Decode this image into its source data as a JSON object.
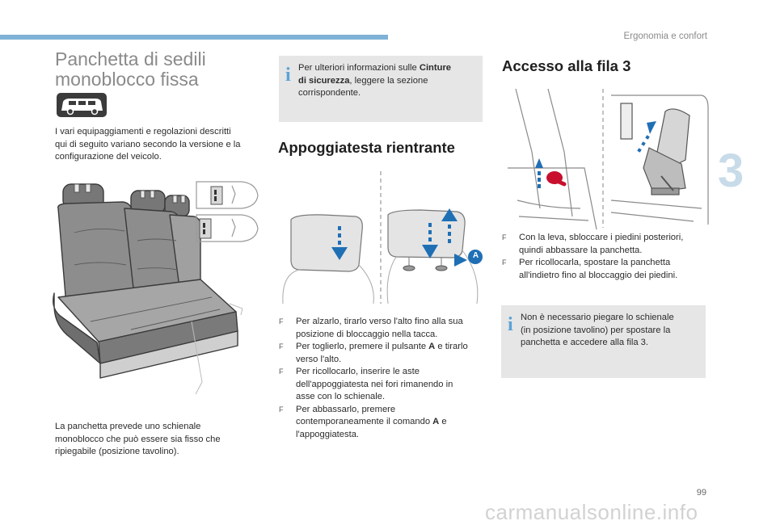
{
  "header": {
    "chapter": "Ergonomia e confort",
    "chapter_number": "3",
    "page_number": "99"
  },
  "footer": {
    "watermark": "carmanualsonline.info"
  },
  "left": {
    "title_l1": "Panchetta di sedili",
    "title_l2": "monoblocco fissa",
    "intro": [
      "I vari equipaggiamenti e regolazioni descritti",
      "qui di seguito variano secondo la versione e la",
      "configurazione del veicolo."
    ],
    "caption": [
      "La panchetta prevede uno schienale",
      "monoblocco che può essere sia fisso che",
      "ripiegabile (posizione tavolino)."
    ]
  },
  "middle": {
    "info": {
      "l1_pre": "Per ulteriori informazioni sulle ",
      "l1_bold": "Cinture",
      "l2_bold": "di sicurezza",
      "l2_post": ", leggere la sezione",
      "l3": "corrispondente."
    },
    "title": "Appoggiatesta rientrante",
    "label_a": "A",
    "b1": [
      "Per alzarlo, tirarlo verso l'alto fino alla sua",
      "posizione di bloccaggio nella tacca."
    ],
    "b2": {
      "pre": "Per toglierlo, premere il pulsante ",
      "bold": "A",
      "post": " e tirarlo",
      "l2": "verso l'alto."
    },
    "b3": [
      "Per ricollocarlo, inserire le aste",
      "dell'appoggiatesta nei fori rimanendo in",
      "asse con lo schienale."
    ],
    "b4": {
      "l1": "Per abbassarlo, premere",
      "l2_pre": "contemporaneamente il comando ",
      "bold": "A",
      "l2_post": " e",
      "l3": "l'appoggiatesta."
    }
  },
  "right": {
    "title": "Accesso alla fila 3",
    "b1": [
      "Con la leva, sbloccare i piedini posteriori,",
      "quindi abbassare la panchetta."
    ],
    "b2": [
      "Per ricollocarla, spostare la panchetta",
      "all'indietro fino al bloccaggio dei piedini."
    ],
    "info": [
      "Non è necessario piegare lo schienale",
      "(in posizione tavolino) per spostare la",
      "panchetta e accedere alla fila 3."
    ]
  },
  "bullet_marker": "F",
  "colors": {
    "accent_blue": "#5aa3d8",
    "top_bar": "#7fb2d6",
    "info_box": "#e6e6e6",
    "chapter_number": "#c8dbe9",
    "lever_red": "#c8102e"
  }
}
